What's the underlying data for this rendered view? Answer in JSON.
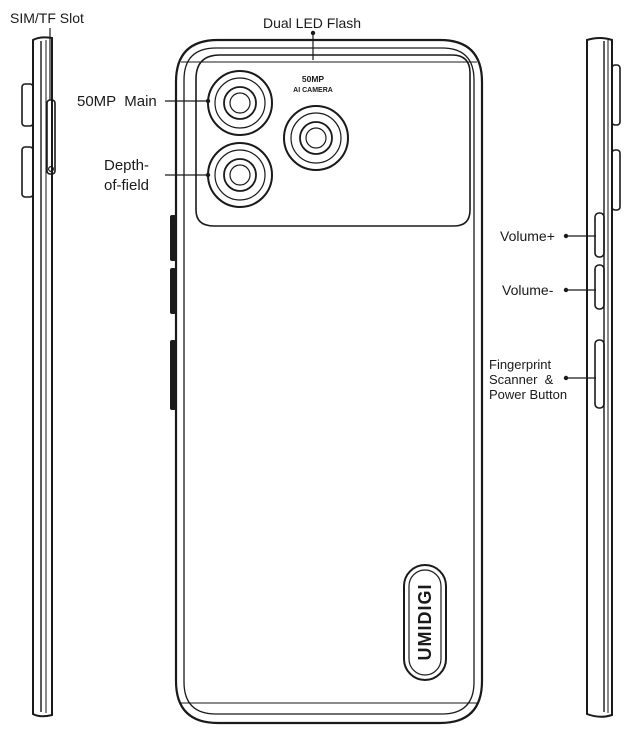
{
  "labels": {
    "sim_slot": "SIM/TF Slot",
    "led_flash": "Dual LED Flash",
    "main_camera": "50MP  Main",
    "depth_line1": "Depth-",
    "depth_line2": "of-field",
    "volume_up": "Volume+",
    "volume_down": "Volume-",
    "fp_line1": "Fingerprint",
    "fp_line2": "Scanner  &",
    "fp_line3": "Power Button"
  },
  "camera_print": {
    "line1": "50MP",
    "line2": "AI CAMERA"
  },
  "brand": "UMIDIGI"
}
